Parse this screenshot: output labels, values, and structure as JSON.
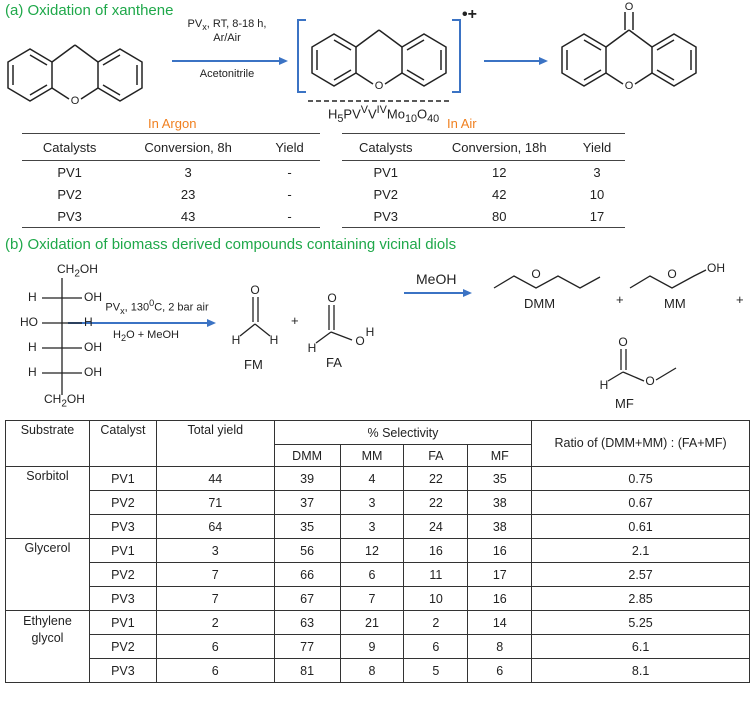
{
  "section_a": {
    "title": "(a) Oxidation of xanthene",
    "conditions": {
      "line1": "PVx, RT, 8-18 h,",
      "line2": "Ar/Air",
      "line3": "Acetonitrile"
    },
    "radical_cation_charge": "•+",
    "catalyst_formula": "H5PVVVIVMo10O40"
  },
  "table_argon": {
    "caption": "In Argon",
    "headers": [
      "Catalysts",
      "Conversion, 8h",
      "Yield"
    ],
    "rows": [
      [
        "PV1",
        "3",
        "-"
      ],
      [
        "PV2",
        "23",
        "-"
      ],
      [
        "PV3",
        "43",
        "-"
      ]
    ]
  },
  "table_air": {
    "caption": "In Air",
    "headers": [
      "Catalysts",
      "Conversion, 18h",
      "Yield"
    ],
    "rows": [
      [
        "PV1",
        "12",
        "3"
      ],
      [
        "PV2",
        "42",
        "10"
      ],
      [
        "PV3",
        "80",
        "17"
      ]
    ]
  },
  "section_b": {
    "title": "(b) Oxidation of biomass derived compounds containing vicinal diols",
    "conditions": {
      "line1": "PVx, 130⁰C, 2 bar air",
      "line2": "H2O + MeOH"
    },
    "meoh": "MeOH",
    "products": {
      "fm": "FM",
      "fa": "FA",
      "dmm": "DMM",
      "mm": "MM",
      "mf": "MF",
      "plus": "+"
    },
    "sorbitol_labels": [
      "CH2OH",
      "H",
      "OH",
      "HO",
      "H",
      "H",
      "OH",
      "H",
      "OH",
      "CH2OH"
    ]
  },
  "table_b": {
    "headers": {
      "substrate": "Substrate",
      "catalyst": "Catalyst",
      "total_yield": "Total yield",
      "selectivity": "% Selectivity",
      "ratio": "Ratio of (DMM+MM) : (FA+MF)",
      "sub": [
        "DMM",
        "MM",
        "FA",
        "MF"
      ]
    },
    "groups": [
      {
        "substrate": "Sorbitol",
        "rows": [
          [
            "PV1",
            "44",
            "39",
            "4",
            "22",
            "35",
            "0.75"
          ],
          [
            "PV2",
            "71",
            "37",
            "3",
            "22",
            "38",
            "0.67"
          ],
          [
            "PV3",
            "64",
            "35",
            "3",
            "24",
            "38",
            "0.61"
          ]
        ]
      },
      {
        "substrate": "Glycerol",
        "rows": [
          [
            "PV1",
            "3",
            "56",
            "12",
            "16",
            "16",
            "2.1"
          ],
          [
            "PV2",
            "7",
            "66",
            "6",
            "11",
            "17",
            "2.57"
          ],
          [
            "PV3",
            "7",
            "67",
            "7",
            "10",
            "16",
            "2.85"
          ]
        ]
      },
      {
        "substrate": "Ethylene glycol",
        "rows": [
          [
            "PV1",
            "2",
            "63",
            "21",
            "2",
            "14",
            "5.25"
          ],
          [
            "PV2",
            "6",
            "77",
            "9",
            "6",
            "8",
            "6.1"
          ],
          [
            "PV3",
            "6",
            "81",
            "8",
            "5",
            "6",
            "8.1"
          ]
        ]
      }
    ]
  }
}
